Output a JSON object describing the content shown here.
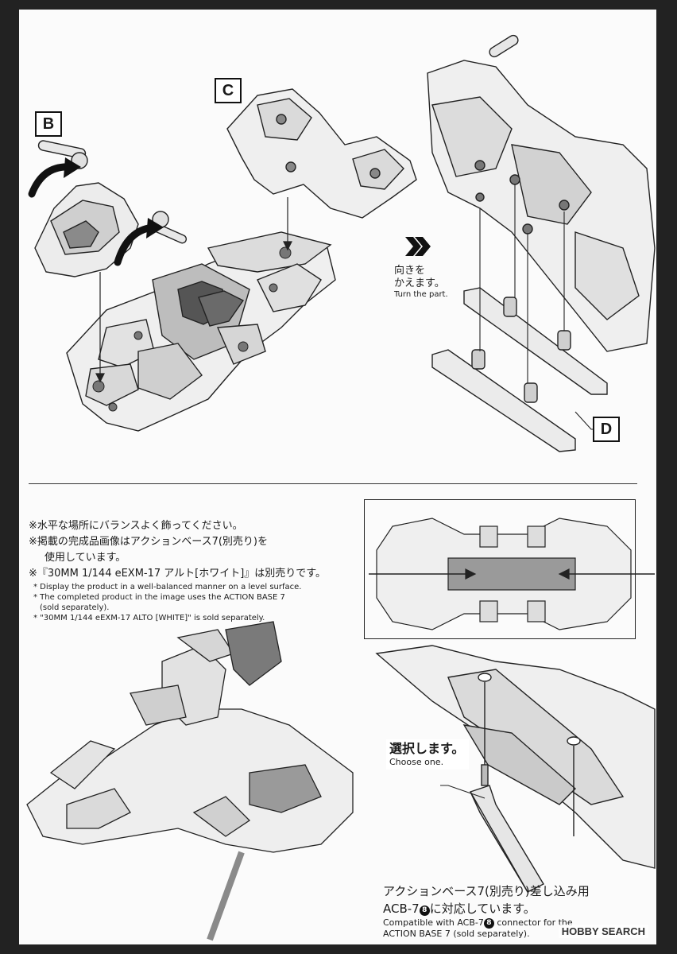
{
  "labels": {
    "b": "B",
    "c": "C",
    "d": "D"
  },
  "turn": {
    "jp_line1": "向きを",
    "jp_line2": "かえます。",
    "en": "Turn the part."
  },
  "notes": {
    "jp": [
      "※水平な場所にバランスよく飾ってください。",
      "※掲載の完成品画像はアクションベース7(別売り)を",
      "使用しています。",
      "※『30MM 1/144 eEXM-17 アルト[ホワイト]』は別売りです。"
    ],
    "en": [
      "* Display the product in a well-balanced manner on a level surface.",
      "* The completed product in the image uses the ACTION BASE 7",
      "(sold separately).",
      "* \"30MM 1/144 eEXM-17 ALTO [WHITE]\" is sold separately."
    ]
  },
  "choose": {
    "jp": "選択します。",
    "en": "Choose one."
  },
  "acb": {
    "jp_line1": "アクションベース7(別売り)差し込み用",
    "jp_line2_pre": "ACB-7",
    "jp_line2_num": "8",
    "jp_line2_post": "に対応しています。",
    "en_line1_pre": "Compatible with ACB-7",
    "en_line1_num": "8",
    "en_line1_post": " connector for the",
    "en_line2": "ACTION BASE 7 (sold separately)."
  },
  "watermark": "HOBBY SEARCH",
  "colors": {
    "ink": "#1a1a1a",
    "part_gray": "#9a9a9a",
    "part_light": "#e8e8e8",
    "background": "#222222"
  }
}
